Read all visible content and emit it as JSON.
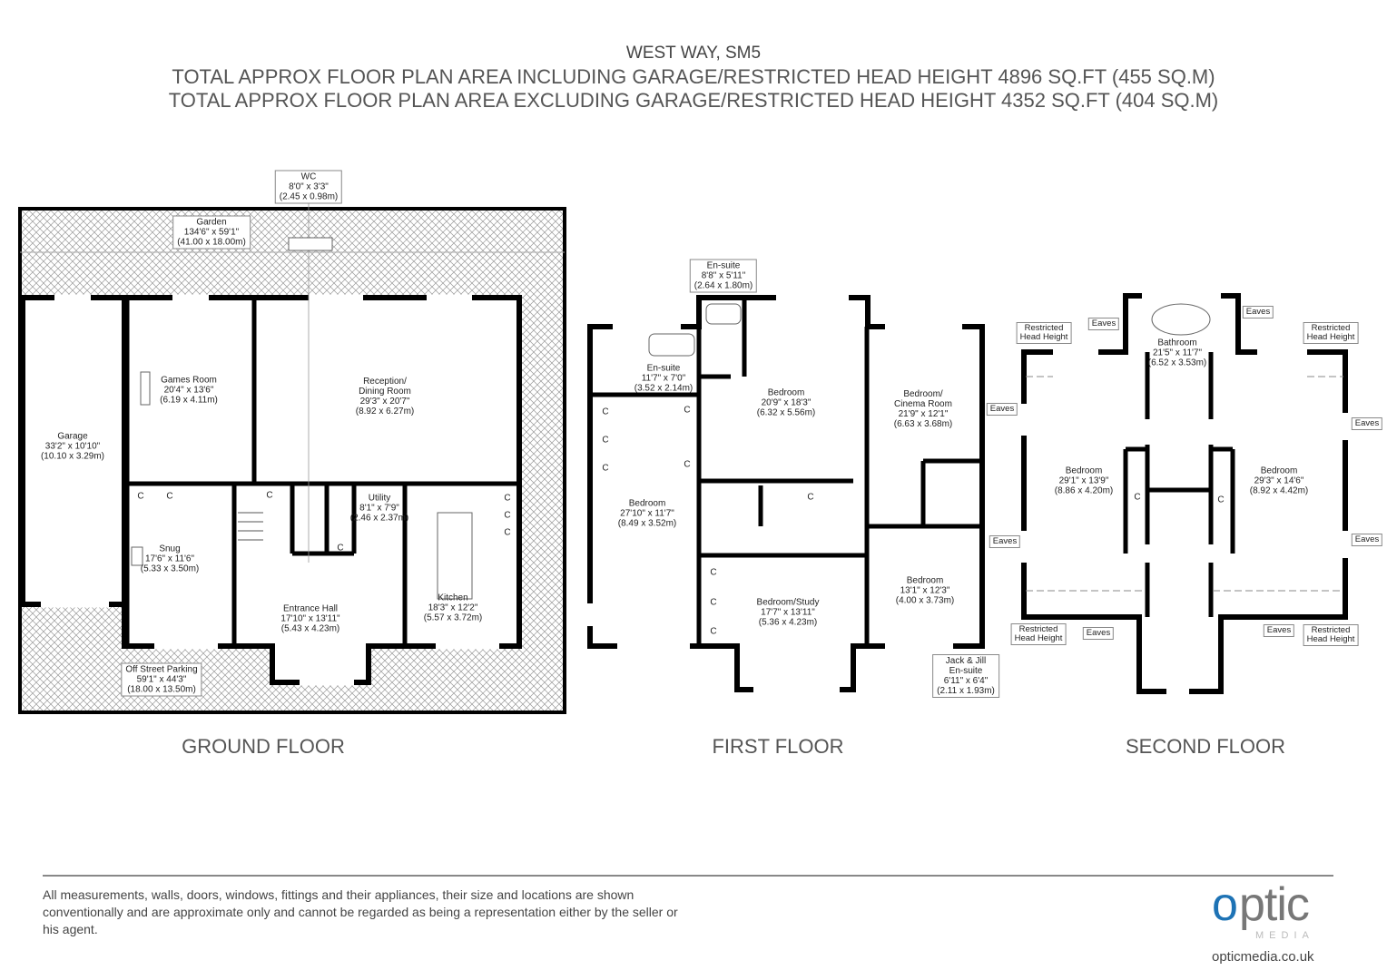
{
  "header": {
    "title": "WEST WAY, SM5",
    "line_including": "TOTAL APPROX FLOOR PLAN AREA INCLUDING GARAGE/RESTRICTED HEAD HEIGHT 4896 SQ.FT (455 SQ.M)",
    "line_excluding": "TOTAL APPROX FLOOR PLAN AREA EXCLUDING GARAGE/RESTRICTED HEAD HEIGHT 4352 SQ.FT (404 SQ.M)"
  },
  "ground_floor": {
    "label": "GROUND FLOOR",
    "rooms": [
      {
        "name": "WC",
        "imperial": "8'0\" x 3'3\"",
        "metric": "(2.45 x 0.98m)"
      },
      {
        "name": "Garden",
        "imperial": "134'6\" x 59'1\"",
        "metric": "(41.00 x 18.00m)"
      },
      {
        "name": "Games Room",
        "imperial": "20'4\" x 13'6\"",
        "metric": "(6.19 x 4.11m)"
      },
      {
        "name": "Reception/",
        "name2": "Dining Room",
        "imperial": "29'3\" x 20'7\"",
        "metric": "(8.92 x 6.27m)"
      },
      {
        "name": "Garage",
        "imperial": "33'2\" x 10'10\"",
        "metric": "(10.10 x 3.29m)"
      },
      {
        "name": "Snug",
        "imperial": "17'6\" x 11'6\"",
        "metric": "(5.33 x 3.50m)"
      },
      {
        "name": "Utility",
        "imperial": "8'1\" x 7'9\"",
        "metric": "(2.46 x 2.37m)"
      },
      {
        "name": "Entrance Hall",
        "imperial": "17'10\" x 13'11\"",
        "metric": "(5.43 x 4.23m)"
      },
      {
        "name": "Kitchen",
        "imperial": "18'3\" x 12'2\"",
        "metric": "(5.57 x 3.72m)"
      },
      {
        "name": "Off Street Parking",
        "imperial": "59'1\" x 44'3\"",
        "metric": "(18.00 x 13.50m)"
      }
    ],
    "cupboard_label": "C"
  },
  "first_floor": {
    "label": "FIRST FLOOR",
    "rooms": [
      {
        "name": "En-suite",
        "imperial": "8'8\" x 5'11\"",
        "metric": "(2.64 x 1.80m)"
      },
      {
        "name": "En-suite",
        "imperial": "11'7\" x 7'0\"",
        "metric": "(3.52 x 2.14m)"
      },
      {
        "name": "Bedroom",
        "imperial": "20'9\" x 18'3\"",
        "metric": "(6.32 x 5.56m)"
      },
      {
        "name": "Bedroom/",
        "name2": "Cinema Room",
        "imperial": "21'9\" x 12'1\"",
        "metric": "(6.63 x 3.68m)"
      },
      {
        "name": "Bedroom",
        "imperial": "27'10\" x 11'7\"",
        "metric": "(8.49 x 3.52m)"
      },
      {
        "name": "Bedroom/Study",
        "imperial": "17'7\" x 13'11\"",
        "metric": "(5.36 x 4.23m)"
      },
      {
        "name": "Bedroom",
        "imperial": "13'1\" x 12'3\"",
        "metric": "(4.00 x 3.73m)"
      },
      {
        "name": "Jack & Jill",
        "name2": "En-suite",
        "imperial": "6'11\" x 6'4\"",
        "metric": "(2.11 x 1.93m)"
      }
    ],
    "cupboard_label": "C"
  },
  "second_floor": {
    "label": "SECOND FLOOR",
    "rooms": [
      {
        "name": "Bathroom",
        "imperial": "21'5\" x 11'7\"",
        "metric": "(6.52 x 3.53m)"
      },
      {
        "name": "Bedroom",
        "imperial": "29'1\" x 13'9\"",
        "metric": "(8.86 x 4.20m)"
      },
      {
        "name": "Bedroom",
        "imperial": "29'3\" x 14'6\"",
        "metric": "(8.92 x 4.42m)"
      }
    ],
    "eaves_label": "Eaves",
    "restricted_line1": "Restricted",
    "restricted_line2": "Head Height",
    "cupboard_label": "C"
  },
  "footer": {
    "disclaimer": "All measurements, walls, doors, windows, fittings and their appliances, their size and locations are shown conventionally and are approximate only and cannot be regarded as being a representation either by the seller or his agent.",
    "logo_text": "optic",
    "logo_sub": "MEDIA",
    "website": "opticmedia.co.uk"
  },
  "colors": {
    "wall": "#000000",
    "logo_blue": "#1e73b5",
    "logo_grey": "#777777",
    "text_grey": "#555555"
  }
}
